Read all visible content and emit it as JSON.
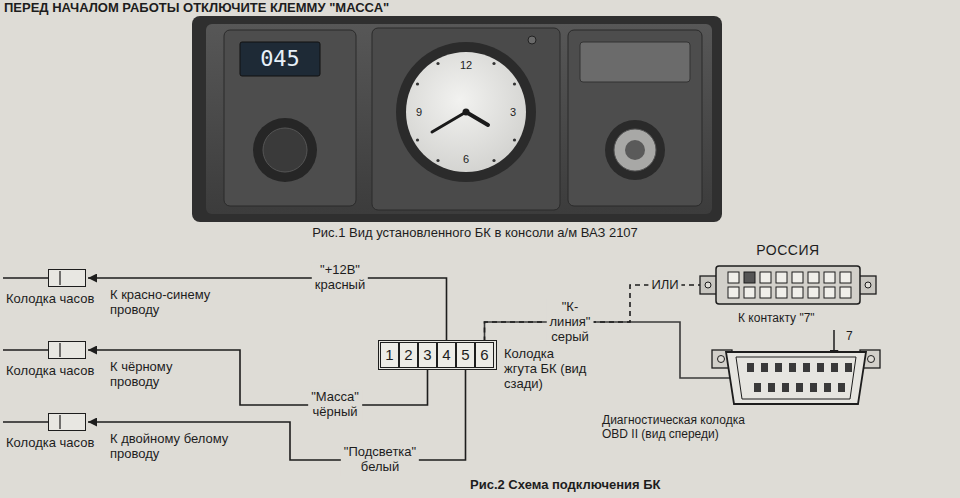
{
  "diagram": {
    "caption": "Рис.2 Схема подключения БК",
    "nodes": [
      {
        "text": [
          "Колодка часов"
        ]
      },
      {
        "text": [
          "Колодка часов"
        ]
      },
      {
        "text": [
          "Колодка часов"
        ]
      },
      {
        "text": [
          "Колодка жгута БК (вид сзади)"
        ]
      },
      {
        "text": [
          "1"
        ],
        "in": 3
      },
      {
        "text": [
          "2"
        ],
        "in": 3
      },
      {
        "text": [
          "3"
        ],
        "in": 3
      },
      {
        "text": [
          "4"
        ],
        "in": 3
      },
      {
        "text": [
          "5"
        ],
        "in": 3
      },
      {
        "text": [
          "6"
        ],
        "in": 3
      },
      {
        "text": [
          "РОССИЯ"
        ]
      },
      {
        "text": [
          "Диагностическая колодка OBD II (вид спереди)"
        ]
      }
    ],
    "edges": [
      {
        "from": 7,
        "to": 0,
        "arrow": "to",
        "label": "\"+12В\" красный"
      },
      {
        "from": 6,
        "to": 1,
        "arrow": "to",
        "label": "\"Масса\" чёрный"
      },
      {
        "from": 8,
        "to": 2,
        "arrow": "to",
        "label": "\"Подсветка\" белый"
      },
      {
        "from": 9,
        "to": 11,
        "arrow": "none",
        "label": "\"К-линия\" серый"
      },
      {
        "from": 9,
        "to": 10,
        "arrow": "none",
        "label": "ИЛИ"
      }
    ],
    "labels": [
      "ПЕРЕД НАЧАЛОМ РАБОТЫ ОТКЛЮЧИТЕ КЛЕММУ \"МАССА\"",
      "045",
      "12",
      "3",
      "6",
      "9",
      "Рис.1 Вид установленного БК в консоли а/м ВАЗ 2107",
      "К красно-синему проводу",
      "К чёрному проводу",
      "К двойному белому проводу",
      "К контакту \"7\"",
      "7"
    ]
  }
}
